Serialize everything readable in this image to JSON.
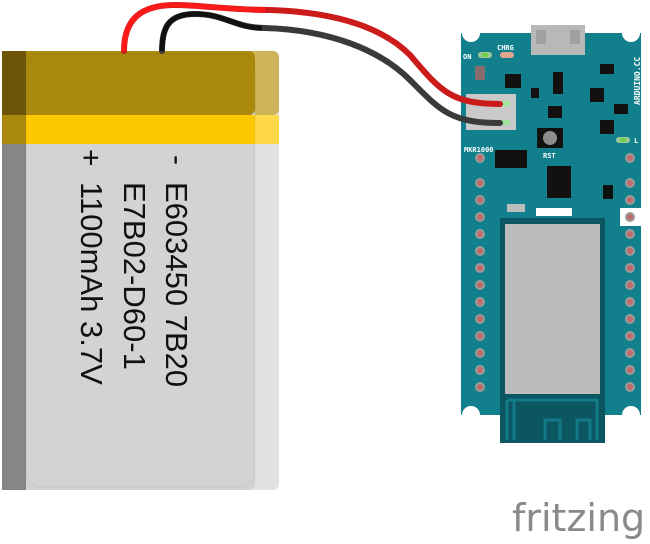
{
  "battery": {
    "minus_sign": "-",
    "plus_sign": "+",
    "line1": "E603450 7B20",
    "line2": "E7B02-D60-1",
    "line3": "1100mAh 3.7V",
    "colors": {
      "top": "#ab890d",
      "band": "#fec800",
      "body": "#d3d3d3"
    }
  },
  "wires": {
    "positive_color": "#cc1b1b",
    "negative_color": "#3a3a3a"
  },
  "board": {
    "name": "MKR1000",
    "url": "ARDUINO.CC",
    "led_on": "ON",
    "led_charge": "CHRG",
    "led_l": "L",
    "reset": "RST",
    "color": "#11808c"
  },
  "watermark": "fritzing"
}
